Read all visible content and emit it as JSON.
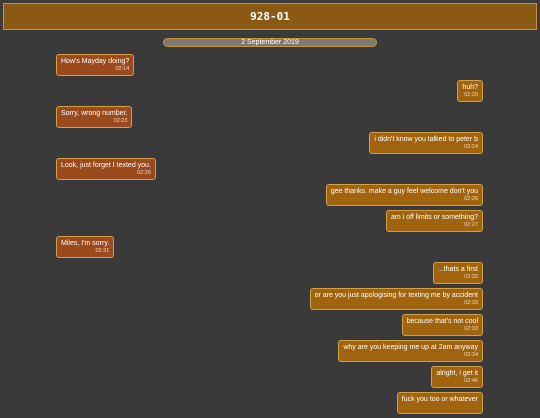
{
  "header": {
    "title": "928-01"
  },
  "date_divider": "2 September 2019",
  "colors": {
    "background": "#3a3a3a",
    "header": "#8a5a14",
    "accent_border": "#c9952f",
    "bubble_them": "#9a4a1c",
    "bubble_me": "#a0630e"
  },
  "messages": [
    {
      "side": "them",
      "text": "How's Mayday doing?",
      "time": "02:14"
    },
    {
      "side": "me",
      "text": "huh?",
      "time": "02:20"
    },
    {
      "side": "them",
      "text": "Sorry, wrong number.",
      "time": "02:23"
    },
    {
      "side": "me",
      "text": "i didn't know you talked to peter b",
      "time": "02:24"
    },
    {
      "side": "them",
      "text": "Look, just forget I texted you.",
      "time": "02:26"
    },
    {
      "side": "me",
      "text": "gee thanks. make a guy feel welcome don't you",
      "time": "02:26"
    },
    {
      "side": "me",
      "text": "am i off limits or something?",
      "time": "02:27"
    },
    {
      "side": "them",
      "text": "Miles, I'm sorry.",
      "time": "02:31"
    },
    {
      "side": "me",
      "text": "...thats a first",
      "time": "02:32"
    },
    {
      "side": "me",
      "text": "or are you just apologising for texting me by accident",
      "time": "02:33"
    },
    {
      "side": "me",
      "text": "because that's not cool",
      "time": "02:33"
    },
    {
      "side": "me",
      "text": "why are you keeping me up at 2am anyway",
      "time": "02:34"
    },
    {
      "side": "me",
      "text": "alright, i get it",
      "time": "02:46"
    },
    {
      "side": "me",
      "text": "fuck you too or whatever",
      "time": ""
    }
  ]
}
